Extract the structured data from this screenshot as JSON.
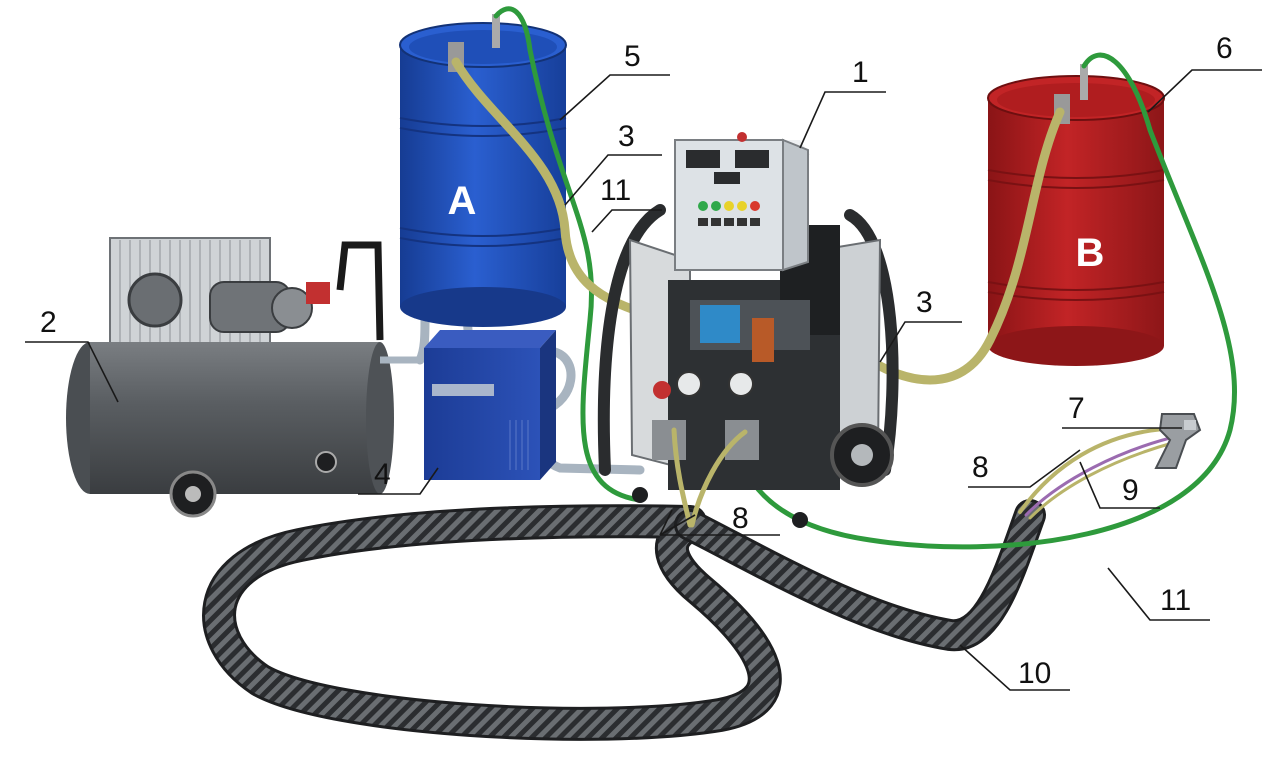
{
  "drums": {
    "a": {
      "letter": "A",
      "color": "#1f4fb8"
    },
    "b": {
      "letter": "B",
      "color": "#b01d1f"
    }
  },
  "callouts": {
    "c1": "1",
    "c2": "2",
    "c3_left": "3",
    "c3_right": "3",
    "c4": "4",
    "c5": "5",
    "c6": "6",
    "c7": "7",
    "c8_right": "8",
    "c8_bottom": "8",
    "c9": "9",
    "c10": "10",
    "c11_top": "11",
    "c11_bottom": "11"
  },
  "colors": {
    "hose_yellow": "#b9b46a",
    "hose_green": "#2e9a3c",
    "hose_purple": "#9b6bb0",
    "hose_gray": "#a8b4c0",
    "braid": "#3a3d40",
    "frame": "#2a2c2e",
    "control_box": "#dde2e6",
    "chiller": "#2346a6",
    "compressor_tank": "#55595d"
  },
  "indicator_colors": [
    "#2fa84a",
    "#2fa84a",
    "#e8d22a",
    "#e8d22a",
    "#d8382c"
  ],
  "icons": {
    "device": "spray-machine-icon",
    "compressor": "air-compressor-icon",
    "chiller": "dryer-unit-icon",
    "gun": "spray-gun-icon"
  }
}
